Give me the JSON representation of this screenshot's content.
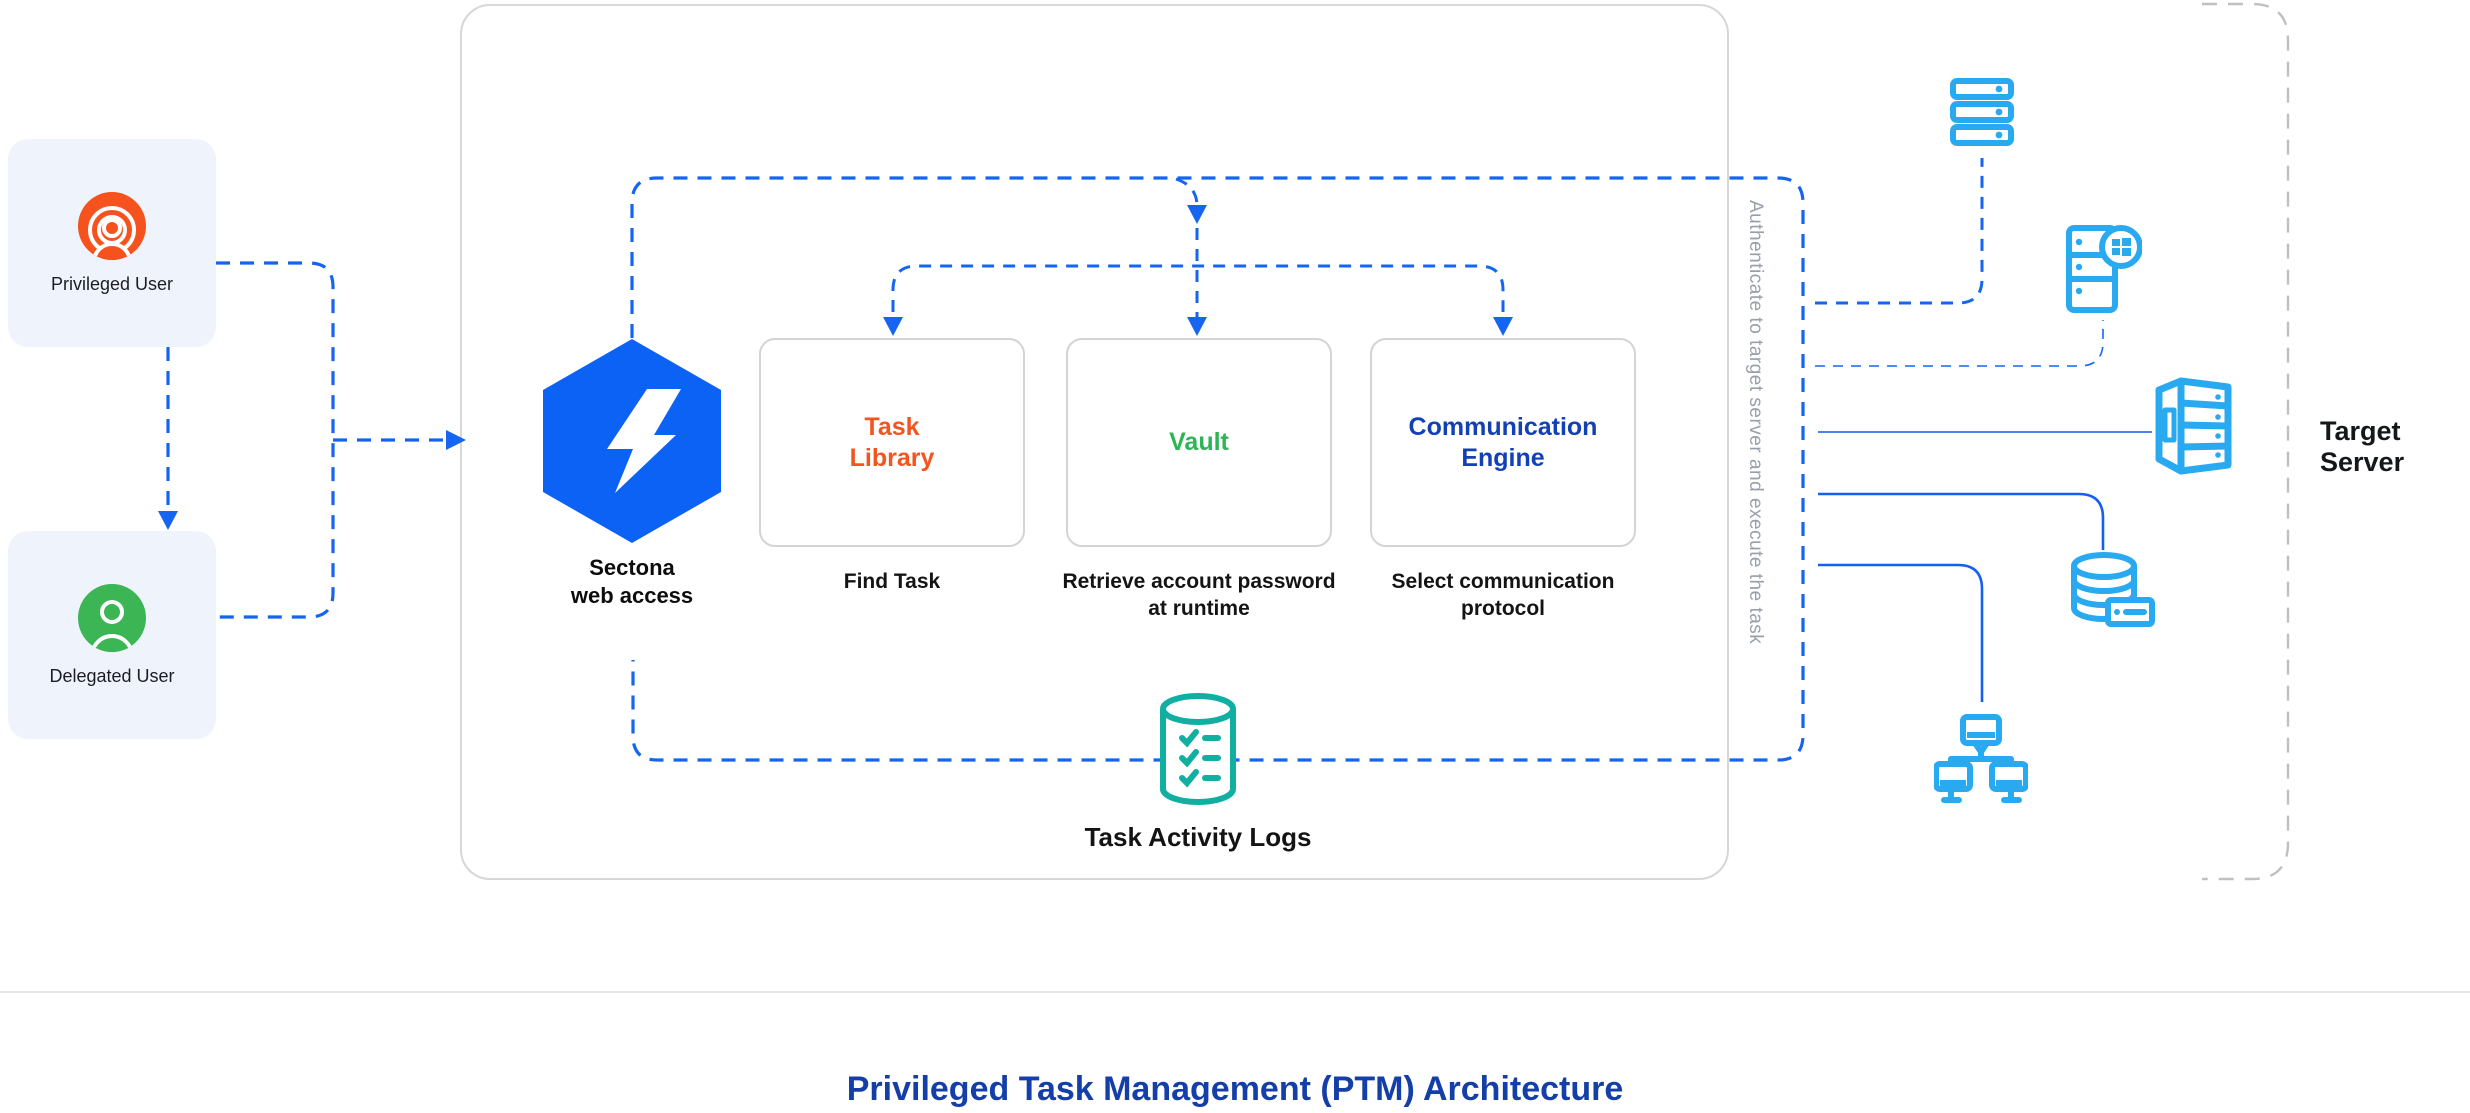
{
  "title": "Privileged Task Management (PTM) Architecture",
  "users": {
    "privileged": {
      "label": "Privileged User",
      "icon": "privileged-user-icon",
      "color": "#F5521D"
    },
    "delegated": {
      "label": "Delegated User",
      "icon": "delegated-user-icon",
      "color": "#3CB554"
    }
  },
  "platform": {
    "gateway": {
      "label": "Sectona web access",
      "icon": "sectona-hexagon-bolt-icon",
      "color": "#0C62F5"
    },
    "modules": [
      {
        "name": "Task Library",
        "caption": "Find Task",
        "color": "#F4551F"
      },
      {
        "name": "Vault",
        "caption": "Retrieve account password at runtime",
        "color": "#2EB553"
      },
      {
        "name": "Communication Engine",
        "caption": "Select communication protocol",
        "color": "#1240B5"
      }
    ],
    "logs": {
      "label": "Task Activity Logs",
      "icon": "task-logs-database-icon",
      "color": "#10AFA2"
    },
    "auth_note": "Authenticate to target server and execute the task"
  },
  "target": {
    "label": "Target Server",
    "icon_color": "#29A9F0",
    "icons": [
      "server-stack-icon",
      "windows-server-icon",
      "rack-server-icon",
      "database-server-icon",
      "network-computers-icon"
    ]
  },
  "connector_color": "#1565F2"
}
